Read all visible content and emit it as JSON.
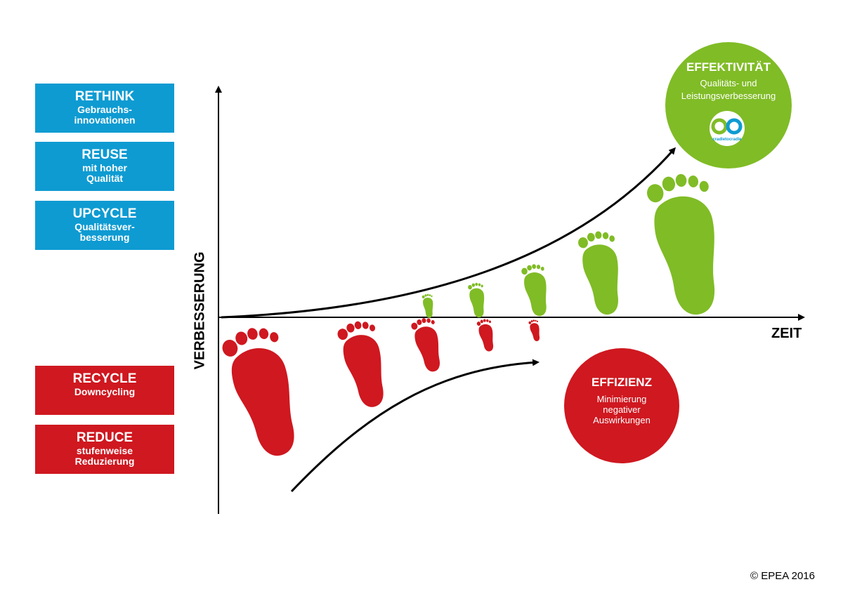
{
  "boxes_top": [
    {
      "title": "RETHINK",
      "sub": "Gebrauchs-\ninnovationen"
    },
    {
      "title": "REUSE",
      "sub": "mit hoher\nQualität"
    },
    {
      "title": "UPCYCLE",
      "sub": "Qualitätsver-\nbesserung"
    }
  ],
  "boxes_bottom": [
    {
      "title": "RECYCLE",
      "sub": "Downcycling"
    },
    {
      "title": "REDUCE",
      "sub": "stufenweise\nReduzierung"
    }
  ],
  "axes": {
    "y_label": "VERBESSERUNG",
    "x_label": "ZEIT"
  },
  "effektivitaet": {
    "title": "EFFEKTIVITÄT",
    "sub": "Qualitäts- und\nLeistungsverbesserung",
    "logo_text": "cradletocradle"
  },
  "effizienz": {
    "title": "EFFIZIENZ",
    "sub": "Minimierung\nnegativer\nAuswirkungen"
  },
  "copyright": "© EPEA 2016",
  "colors": {
    "blue": "#0e9bd2",
    "red": "#cf1820",
    "green": "#80bc26"
  }
}
